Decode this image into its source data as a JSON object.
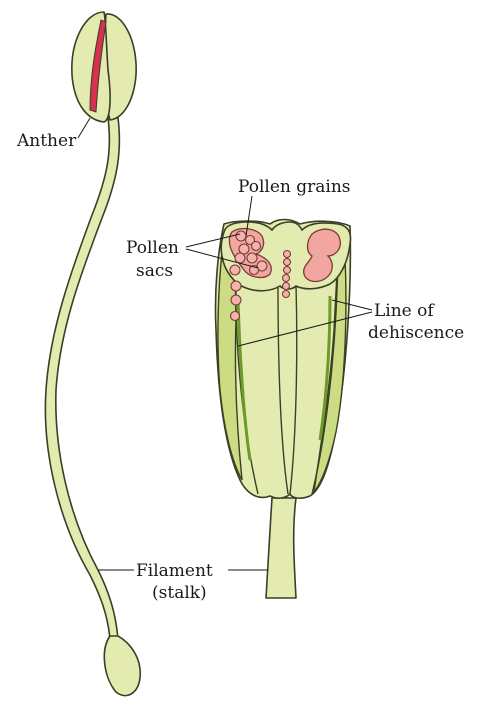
{
  "labels": {
    "anther": "Anther",
    "pollen_grains": "Pollen grains",
    "pollen_sacs_line1": "Pollen",
    "pollen_sacs_line2": "sacs",
    "line_of_dehiscence_line1": "Line of",
    "line_of_dehiscence_line2": "dehiscence",
    "filament_line1": "Filament",
    "filament_line2": "(stalk)"
  },
  "colors": {
    "tissue": "#e3ebb0",
    "tissue_shade": "#cbdc82",
    "outline": "#3b3f25",
    "dehiscence_line": "#6e9a2a",
    "pollen": "#f4b2ad",
    "slit": "#d6324f"
  }
}
